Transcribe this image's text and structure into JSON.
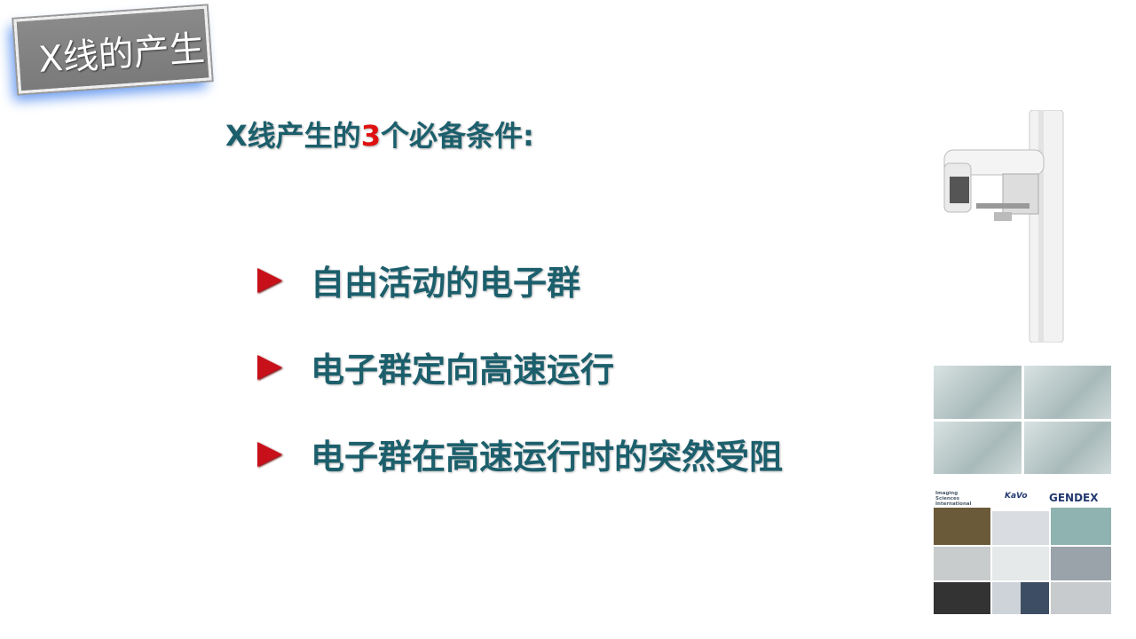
{
  "slide": {
    "title": "X线的产生",
    "subtitle": {
      "prefix": "X线产生的",
      "number": "3",
      "suffix": "个必备条件:"
    },
    "bullets": [
      {
        "text": "自由活动的电子群"
      },
      {
        "text": "电子群定向高速运行"
      },
      {
        "text": "电子群在高速运行时的突然受阻"
      }
    ],
    "bullet_icon": "red-arrowhead-icon",
    "images": {
      "machine": "dental-panoramic-xray-machine",
      "xray": "dental-xray-films",
      "collage_logos": [
        "Imaging Sciences International",
        "KaVo",
        "GENDEX"
      ]
    },
    "colors": {
      "text": "#1c5f6c",
      "accent": "#e01010",
      "title_box": "#808080"
    }
  }
}
